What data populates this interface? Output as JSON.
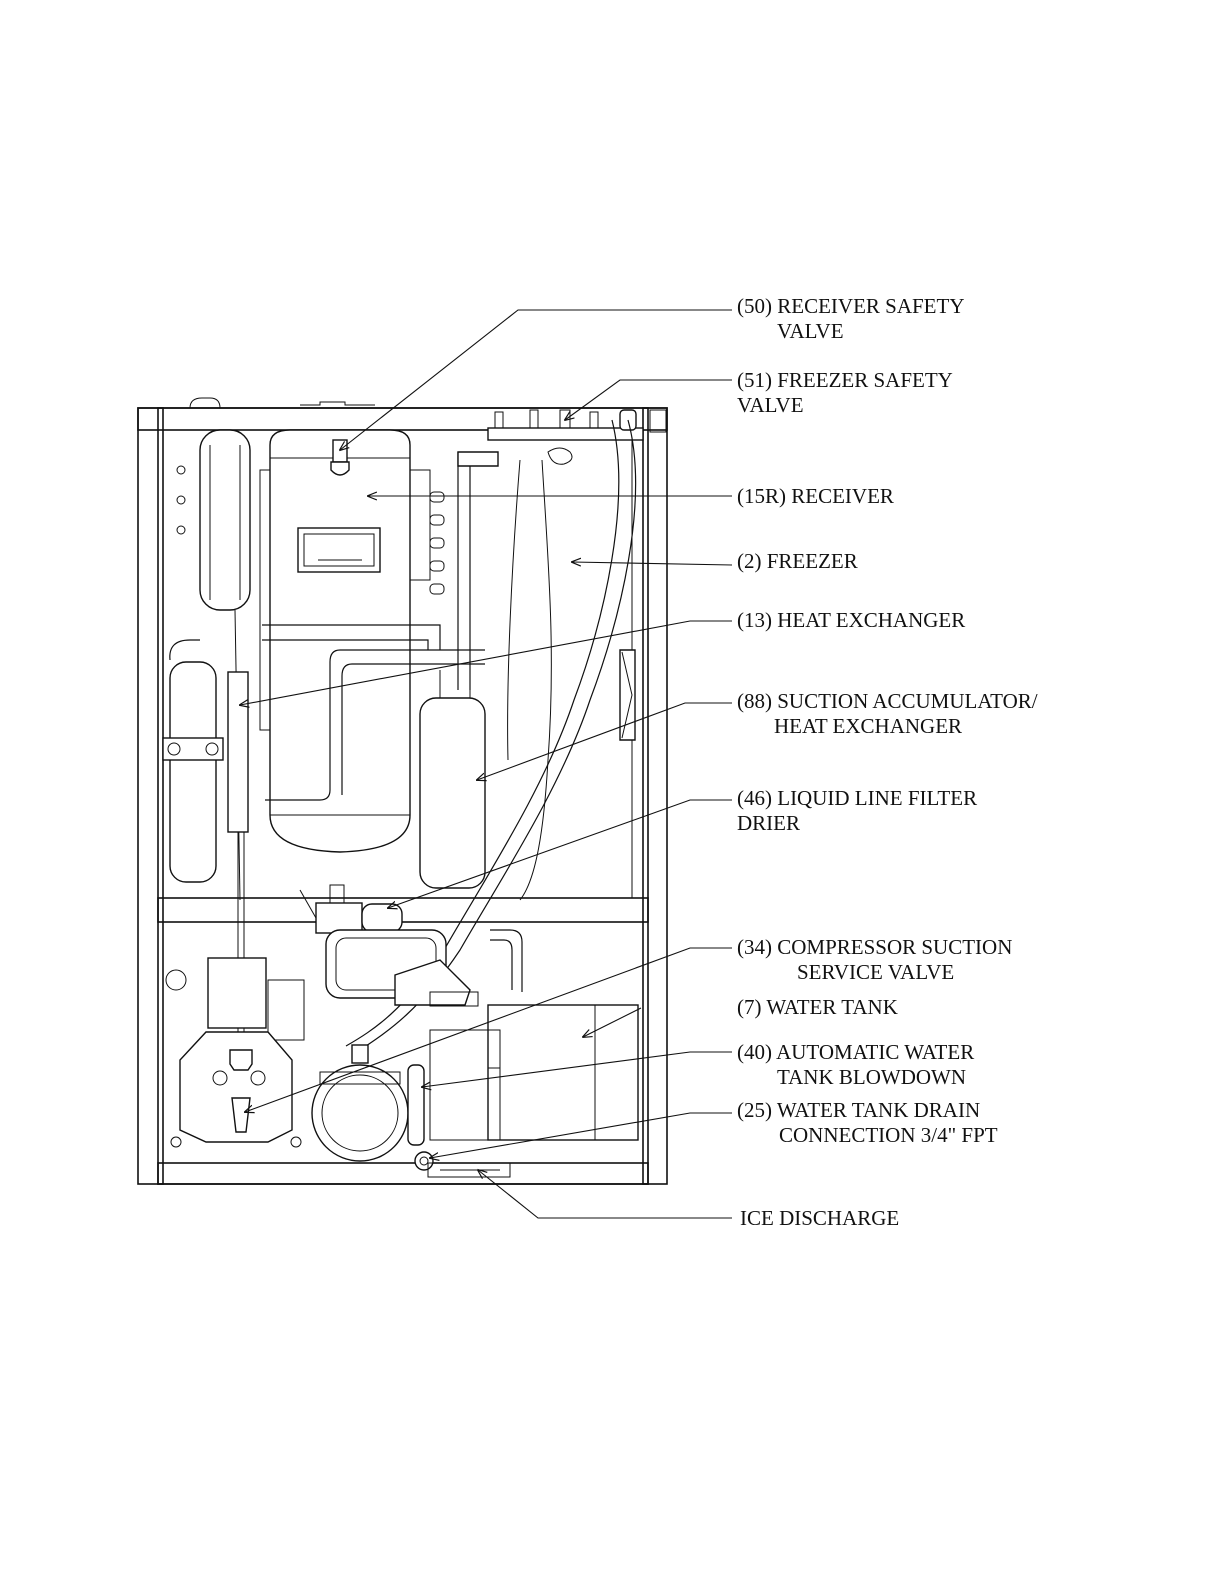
{
  "callouts": [
    {
      "id": "receiver-safety-valve",
      "lines": [
        "(50) RECEIVER SAFETY",
        "VALVE"
      ]
    },
    {
      "id": "freezer-safety-valve",
      "lines": [
        "(51) FREEZER SAFETY",
        "VALVE"
      ]
    },
    {
      "id": "receiver",
      "lines": [
        "(15R) RECEIVER"
      ]
    },
    {
      "id": "freezer",
      "lines": [
        "(2) FREEZER"
      ]
    },
    {
      "id": "heat-exchanger",
      "lines": [
        "(13) HEAT  EXCHANGER"
      ]
    },
    {
      "id": "suction-accumulator",
      "lines": [
        "(88) SUCTION ACCUMULATOR/",
        "HEAT EXCHANGER"
      ]
    },
    {
      "id": "liquid-line-filter-drier",
      "lines": [
        "(46) LIQUID LINE FILTER",
        "DRIER"
      ]
    },
    {
      "id": "compressor-suction-service-valve",
      "lines": [
        "(34) COMPRESSOR SUCTION",
        "SERVICE VALVE"
      ]
    },
    {
      "id": "water-tank",
      "lines": [
        "(7) WATER TANK"
      ]
    },
    {
      "id": "automatic-water-tank-blowdown",
      "lines": [
        "(40) AUTOMATIC WATER",
        "TANK BLOWDOWN"
      ]
    },
    {
      "id": "water-tank-drain-connection",
      "lines": [
        "(25) WATER TANK DRAIN",
        "CONNECTION 3/4\" FPT"
      ]
    },
    {
      "id": "ice-discharge",
      "lines": [
        "ICE DISCHARGE"
      ]
    }
  ]
}
